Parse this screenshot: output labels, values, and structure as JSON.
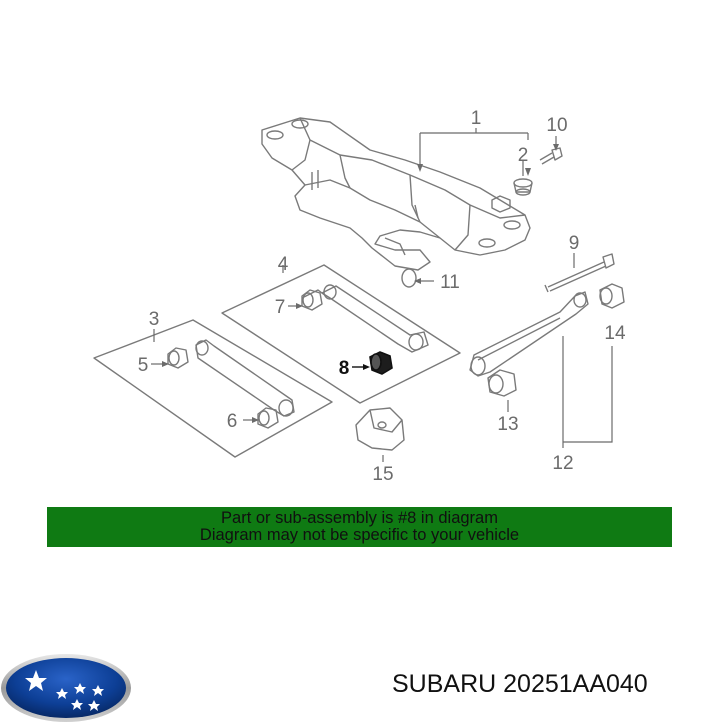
{
  "banner": {
    "line1": "Part or sub-assembly is #8 in diagram",
    "line2": "Diagram may not be specific to your vehicle",
    "color": "#0f7a13"
  },
  "footer": {
    "part_text": "SUBARU 20251AA040",
    "logo": "subaru-logo"
  },
  "callouts": [
    "1",
    "2",
    "3",
    "4",
    "5",
    "6",
    "7",
    "8",
    "9",
    "10",
    "11",
    "12",
    "13",
    "14",
    "15"
  ],
  "highlighted_callout": "8",
  "colors": {
    "line": "#6b6b6b",
    "highlight": "#111111"
  }
}
